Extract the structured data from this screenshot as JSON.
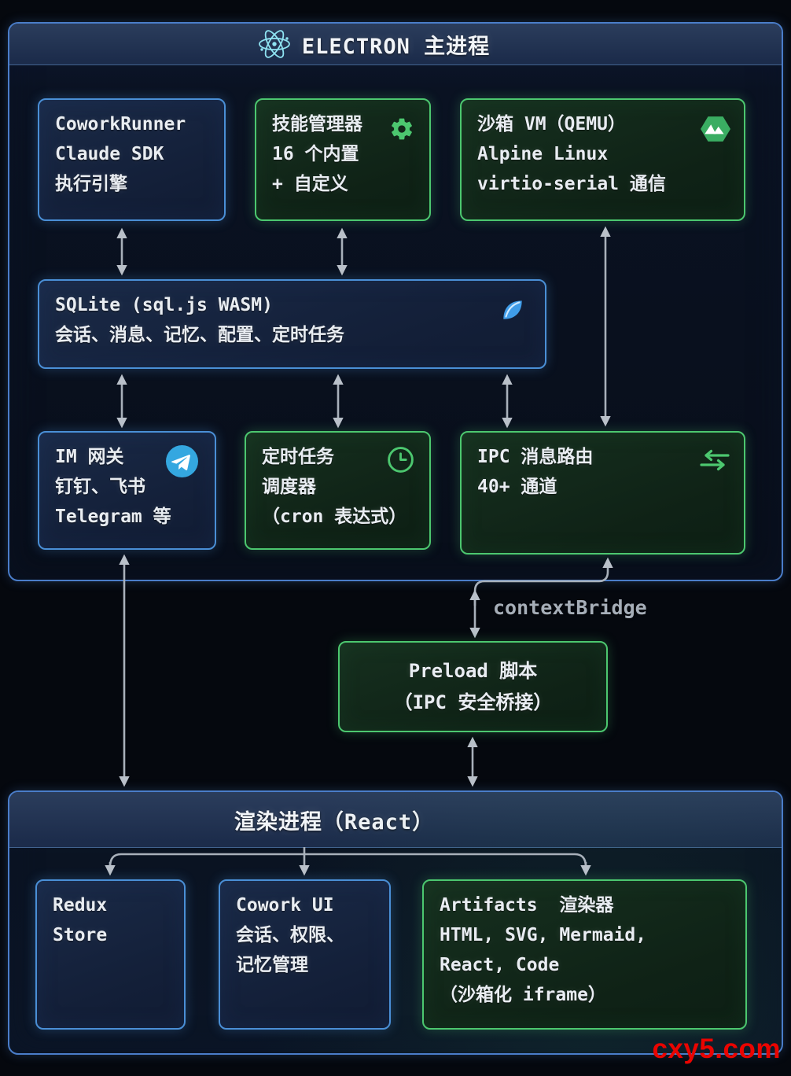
{
  "electron": {
    "title": "ELECTRON 主进程",
    "cowork_runner": {
      "lines": [
        "CoworkRunner",
        "Claude SDK",
        "执行引擎"
      ]
    },
    "skill_manager": {
      "title": "技能管理器",
      "lines": [
        "16 个内置",
        "+ 自定义"
      ],
      "icon": "gear-icon"
    },
    "sandbox_vm": {
      "title": "沙箱 VM（QEMU）",
      "lines": [
        "Alpine Linux",
        "virtio-serial 通信"
      ],
      "icon": "alpine-mountain-icon"
    },
    "sqlite": {
      "title": "SQLite (sql.js WASM)",
      "subtitle": "会话、消息、记忆、配置、定时任务",
      "icon": "sqlite-feather-icon"
    },
    "im_gateway": {
      "title": "IM 网关",
      "lines": [
        "钉钉、飞书",
        "Telegram 等"
      ],
      "icon": "telegram-icon"
    },
    "scheduler": {
      "title": "定时任务",
      "lines": [
        "调度器",
        "（cron 表达式）"
      ],
      "icon": "clock-icon"
    },
    "ipc_router": {
      "title": "IPC 消息路由",
      "lines": [
        "40+ 通道"
      ],
      "icon": "swap-arrows-icon"
    }
  },
  "bridge": {
    "label": "contextBridge",
    "preload": {
      "lines": [
        "Preload 脚本",
        "（IPC 安全桥接）"
      ]
    }
  },
  "renderer": {
    "title": "渲染进程（React）",
    "redux_store": {
      "lines": [
        "Redux",
        "Store"
      ]
    },
    "cowork_ui": {
      "lines": [
        "Cowork UI",
        "会话、权限、",
        "记忆管理"
      ]
    },
    "artifacts": {
      "lines": [
        "Artifacts  渲染器",
        "HTML, SVG, Mermaid,",
        "React, Code",
        "（沙箱化 iframe）"
      ]
    }
  },
  "watermark": "cxy5.com",
  "colors": {
    "blue_border": "#4a8fd6",
    "green_border": "#4cc76f",
    "container_border": "#4a7dc9",
    "electron_teal": "#8fe3f2",
    "telegram_blue": "#34a7e0",
    "sqlite_blue": "#3f9ce8",
    "alpine_green": "#3aad62",
    "arrow_gray": "#b9c0c9",
    "watermark_red": "#ea0400"
  }
}
